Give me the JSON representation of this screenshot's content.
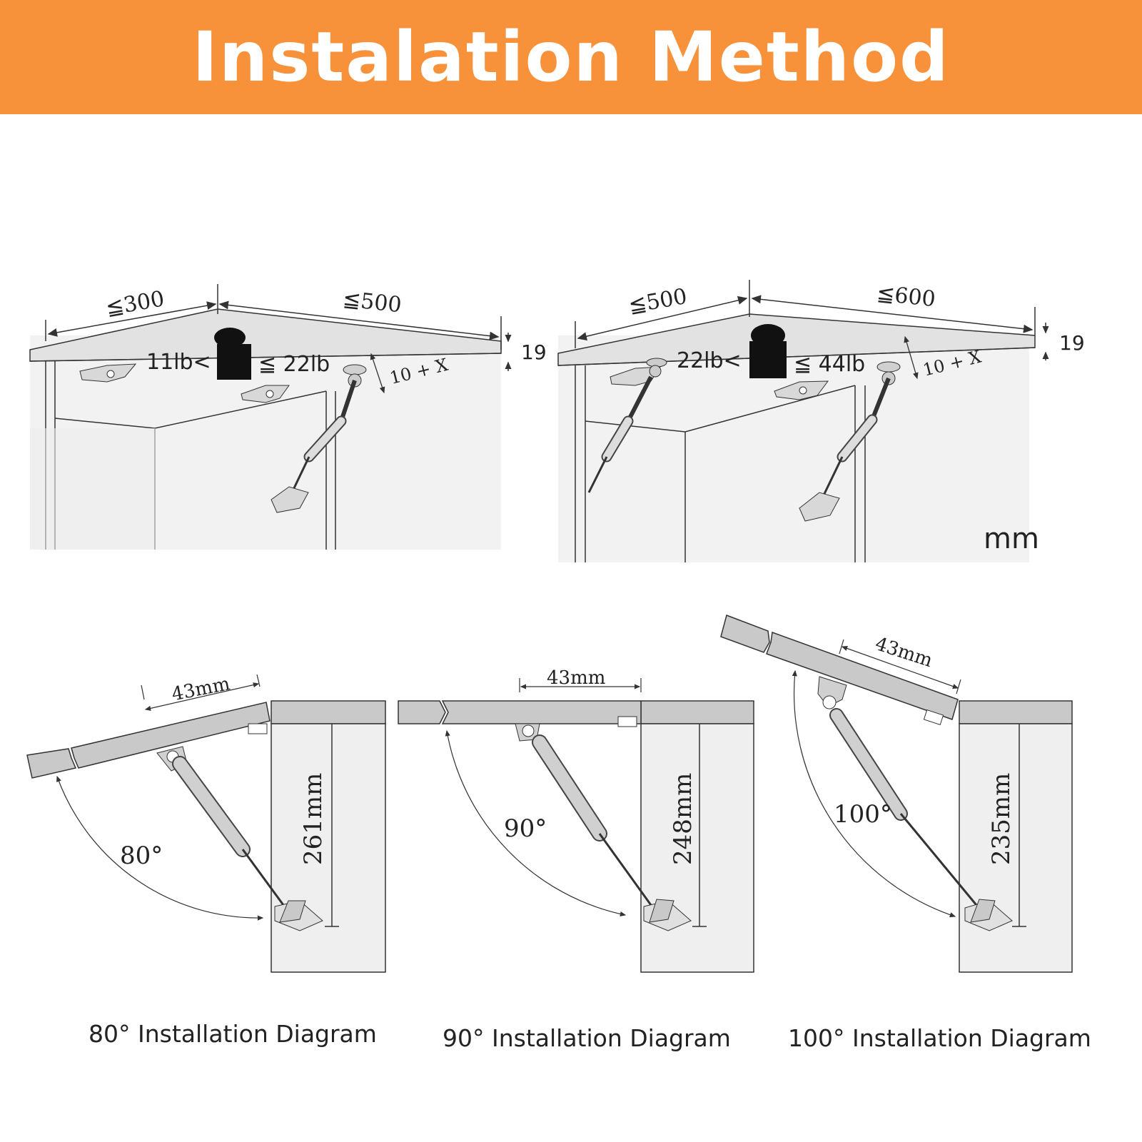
{
  "header": {
    "title": "Instalation Method"
  },
  "colors": {
    "banner": "#f7913a",
    "panel": "#c9c9c9",
    "strut": "#d0d0d0",
    "line": "#333333"
  },
  "top_left": {
    "dim_left": "≦300",
    "dim_right": "≦500",
    "dim_thickness": "19",
    "weight_min": "11lb<",
    "weight_max": "≦ 22lb",
    "offset": "10 + X"
  },
  "top_right": {
    "dim_left": "≦500",
    "dim_right": "≦600",
    "dim_thickness": "19",
    "weight_min": "22lb<",
    "weight_max": "≦ 44lb",
    "offset": "10 + X",
    "unit": "mm"
  },
  "diagrams": [
    {
      "angle": "80°",
      "top_dim": "43mm",
      "height": "261mm",
      "caption": "80° Installation Diagram"
    },
    {
      "angle": "90°",
      "top_dim": "43mm",
      "height": "248mm",
      "caption": "90° Installation Diagram"
    },
    {
      "angle": "100°",
      "top_dim": "43mm",
      "height": "235mm",
      "caption": "100° Installation Diagram"
    }
  ]
}
